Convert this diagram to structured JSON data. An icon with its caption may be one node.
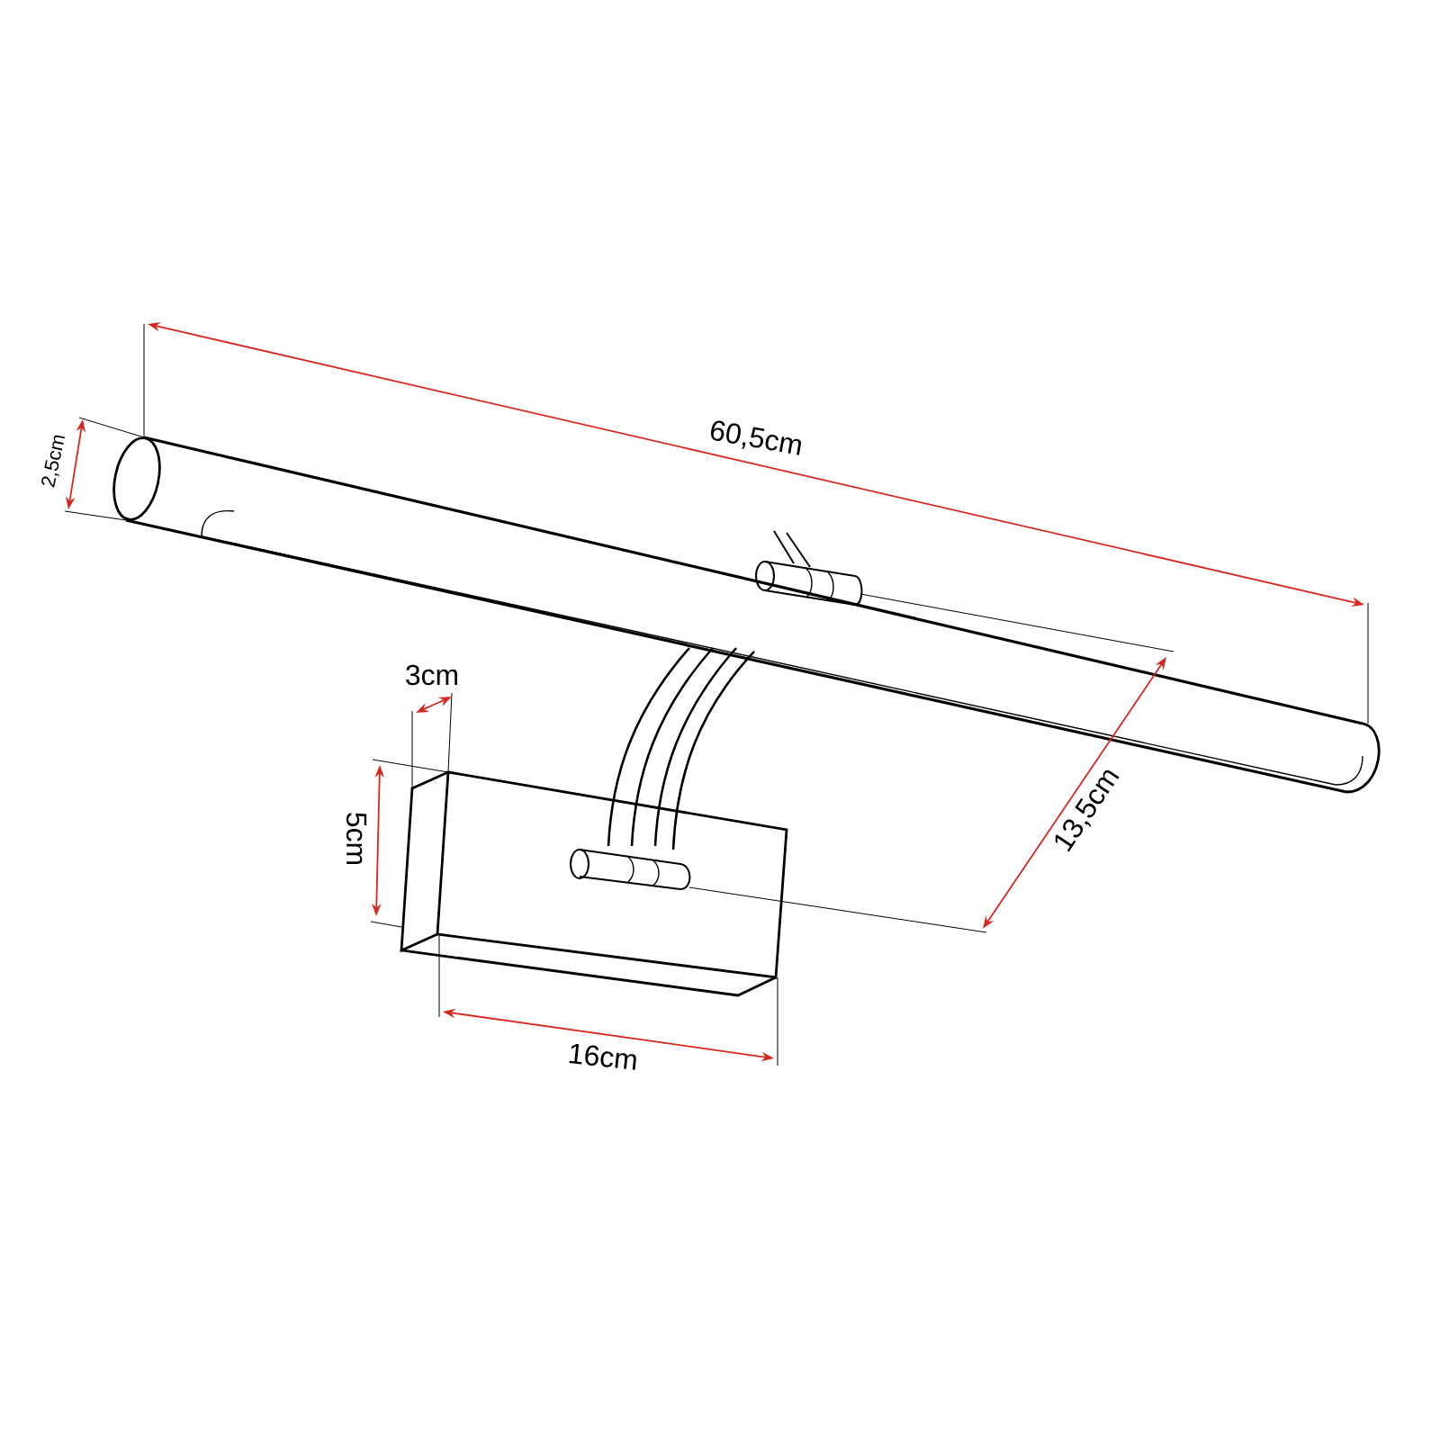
{
  "diagram": {
    "labels": [
      "60,5cm",
      "2,5cm",
      "3cm",
      "5cm",
      "13,5cm",
      "16cm"
    ]
  }
}
